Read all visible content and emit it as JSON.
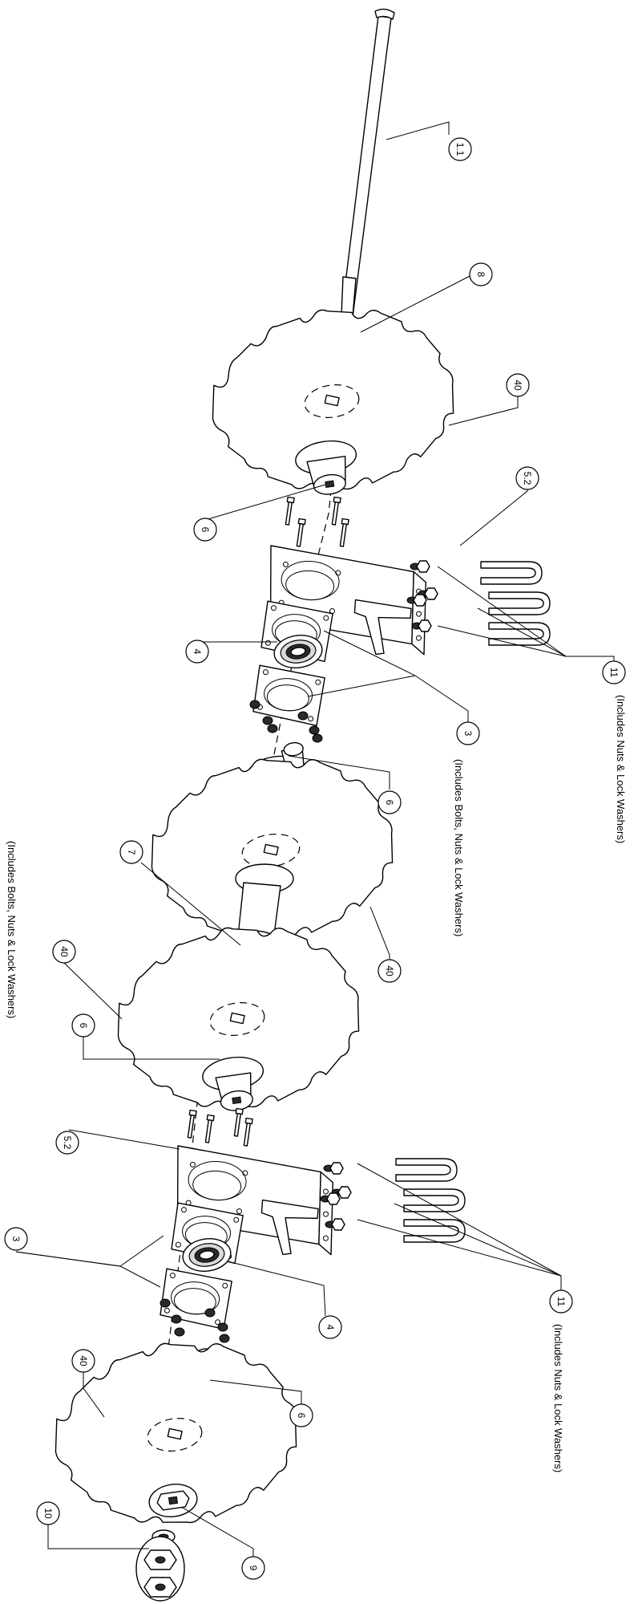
{
  "callouts": {
    "c_1_1": "1.1",
    "c_8": "8",
    "c_40_a": "40",
    "c_5_2_a": "5.2",
    "c_6_a": "6",
    "c_11_a": "11",
    "c_4_a": "4",
    "c_3_a": "3",
    "c_6_b": "6",
    "c_7": "7",
    "c_40_b": "40",
    "c_40_c": "40",
    "c_6_c": "6",
    "c_5_2_b": "5.2",
    "c_3_b": "3",
    "c_4_b": "4",
    "c_11_b": "11",
    "c_40_d": "40",
    "c_6_d": "6",
    "c_10": "10",
    "c_9": "9"
  },
  "notes": {
    "includes_nuts_top": "(Includes Nuts & Lock Washers)",
    "includes_bolts_mid": "(Includes Bolts, Nuts & Lock Washers)",
    "includes_bolts_left": "(Includes Bolts, Nuts & Lock Washers)",
    "includes_nuts_bottom": "(Includes Nuts & Lock Washers)"
  }
}
